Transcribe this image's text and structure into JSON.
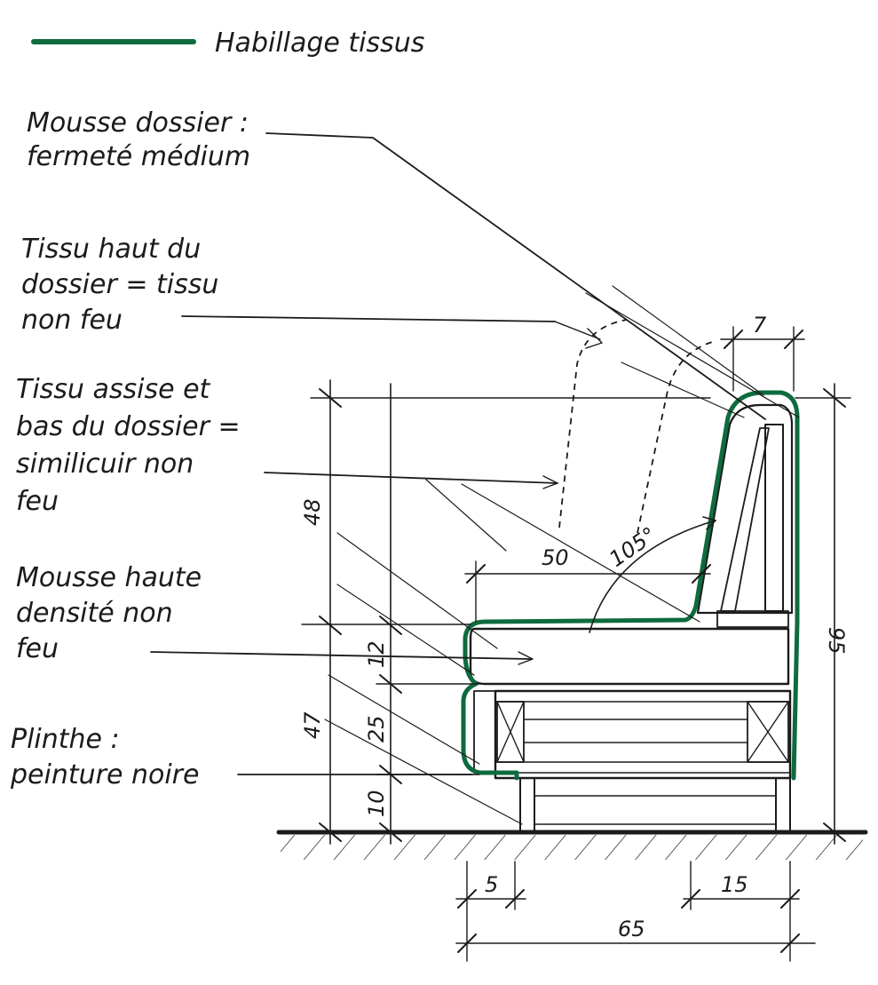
{
  "colors": {
    "ink": "#1b1b1b",
    "fabric": "#0e6b3e",
    "paper": "#ffffff"
  },
  "legend": {
    "label": "Habillage tissus"
  },
  "labels": {
    "mousse_dossier": [
      "Mousse dossier :",
      "fermeté médium"
    ],
    "tissu_haut": [
      "Tissu haut du",
      "dossier = tissu",
      "non feu"
    ],
    "tissu_assise": [
      "Tissu assise et",
      "bas du dossier =",
      "similicuir non",
      "feu"
    ],
    "mousse_haute": [
      "Mousse haute",
      "densité non",
      "feu"
    ],
    "plinthe": [
      "Plinthe :",
      "peinture noire"
    ]
  },
  "dimensions": {
    "back_top_width": "7",
    "seat_depth": "50",
    "back_angle": "105°",
    "upper_height": "48",
    "cushion_thickness": "12",
    "lower_height": "47",
    "base_height": "25",
    "plinth_height": "10",
    "total_height": "95",
    "front_recess": "5",
    "back_leg": "15",
    "total_depth": "65"
  }
}
